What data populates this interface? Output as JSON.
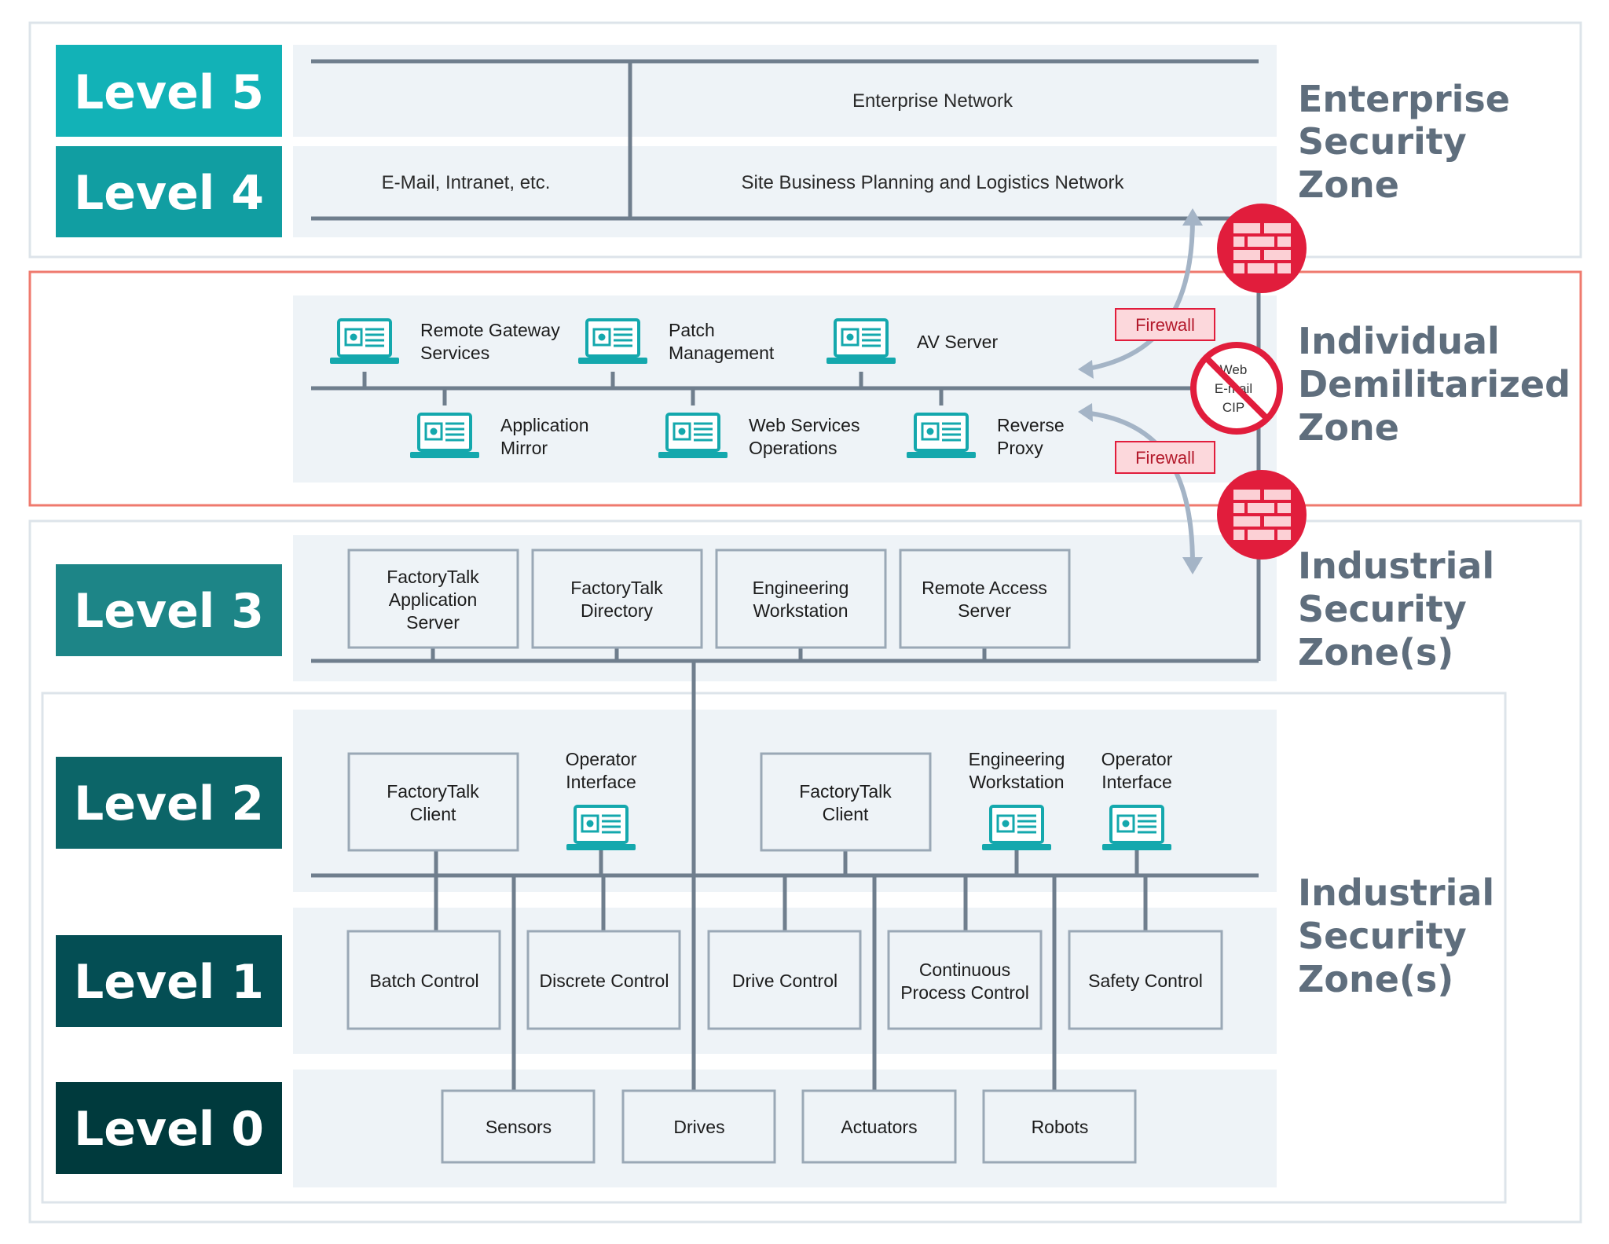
{
  "levels": [
    {
      "label": "Level 5",
      "color": "#12b2b7"
    },
    {
      "label": "Level 4",
      "color": "#119ea2"
    },
    {
      "label": "Level 3",
      "color": "#1d8587"
    },
    {
      "label": "Level 2",
      "color": "#0c6568"
    },
    {
      "label": "Level 1",
      "color": "#044e54"
    },
    {
      "label": "Level 0",
      "color": "#003a3d"
    }
  ],
  "zones": {
    "enterprise": [
      "Enterprise",
      "Security",
      "Zone"
    ],
    "dmz": [
      "Individual",
      "Demilitarized",
      "Zone"
    ],
    "industrial_upper": [
      "Industrial",
      "Security",
      "Zone(s)"
    ],
    "industrial_lower": [
      "Industrial",
      "Security",
      "Zone(s)"
    ]
  },
  "enterprise": {
    "network": "Enterprise Network",
    "email": "E-Mail, Intranet, etc.",
    "site_network": "Site Business Planning and Logistics Network"
  },
  "dmz": {
    "top_servers": [
      [
        "Remote Gateway",
        "Services"
      ],
      [
        "Patch",
        "Management"
      ],
      [
        "AV Server"
      ]
    ],
    "bottom_servers": [
      [
        "Application",
        "Mirror"
      ],
      [
        "Web Services",
        "Operations"
      ],
      [
        "Reverse",
        "Proxy"
      ]
    ],
    "firewall_top_label": "Firewall",
    "firewall_bottom_label": "Firewall",
    "blocked": [
      "Web",
      "E-mail",
      "CIP"
    ]
  },
  "level3": {
    "boxes": [
      [
        "FactoryTalk",
        "Application",
        "Server"
      ],
      [
        "FactoryTalk",
        "Directory"
      ],
      [
        "Engineering",
        "Workstation"
      ],
      [
        "Remote Access",
        "Server"
      ]
    ]
  },
  "level2": {
    "box1": [
      "FactoryTalk",
      "Client"
    ],
    "op1": [
      "Operator",
      "Interface"
    ],
    "box2": [
      "FactoryTalk",
      "Client"
    ],
    "eng": [
      "Engineering",
      "Workstation"
    ],
    "op2": [
      "Operator",
      "Interface"
    ]
  },
  "level1": {
    "boxes": [
      [
        "Batch Control"
      ],
      [
        "Discrete Control"
      ],
      [
        "Drive Control"
      ],
      [
        "Continuous",
        "Process Control"
      ],
      [
        "Safety Control"
      ]
    ]
  },
  "level0": {
    "boxes": [
      "Sensors",
      "Drives",
      "Actuators",
      "Robots"
    ]
  },
  "colors": {
    "line": "#6f7e8d",
    "band": "#eef3f7",
    "zone_border": "#dde4ea",
    "dmz_border": "#ef7a6e",
    "firewall": "#e11d3c",
    "arrow": "#a4b4c6",
    "teal": "#14a8ad",
    "box_border": "#9aa8b6"
  }
}
